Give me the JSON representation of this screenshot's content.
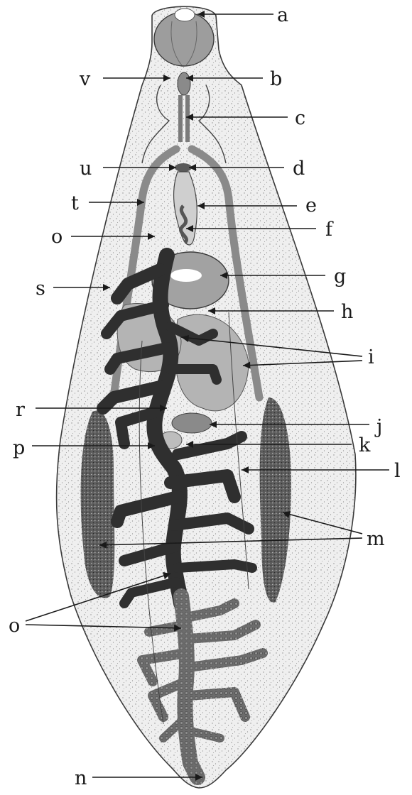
{
  "figure": {
    "labels": {
      "a": "a",
      "b": "b",
      "c": "c",
      "d": "d",
      "e": "e",
      "f": "f",
      "g": "g",
      "h": "h",
      "i": "i",
      "j": "j",
      "k": "k",
      "l": "l",
      "m": "m",
      "n": "n",
      "o_top": "o",
      "o_bottom": "o",
      "p": "p",
      "r": "r",
      "s": "s",
      "t": "t",
      "u": "u",
      "v": "v"
    },
    "colors": {
      "body_fill": "#e9e9e9",
      "outline": "#3a3a3a",
      "vitellaria": "#2b2b2b",
      "uterus": "#6a6a6a",
      "organ_gray": "#9a9a9a",
      "stipple": "#8c8c8c",
      "background": "#ffffff"
    }
  }
}
